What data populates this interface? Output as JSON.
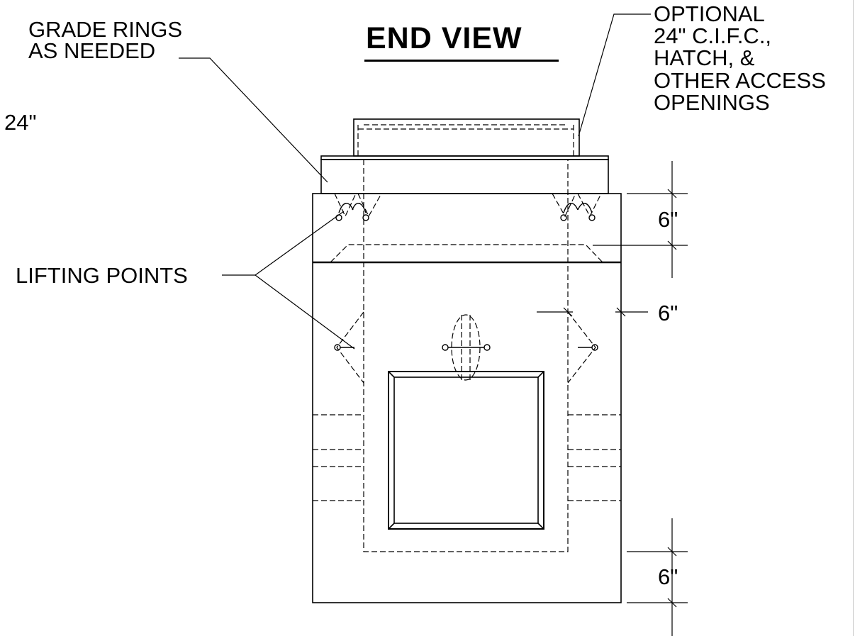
{
  "title": "END VIEW",
  "labels": {
    "grade_rings": [
      "GRADE RINGS",
      "AS NEEDED"
    ],
    "optional_access": [
      "OPTIONAL",
      "24\" C.I.F.C.,",
      "HATCH, &",
      "OTHER ACCESS",
      "OPENINGS"
    ],
    "lifting_points": "LIFTING POINTS",
    "cover_width": "24\""
  },
  "dimensions": {
    "top_slab": "6\"",
    "wall": "6\"",
    "bottom_slab": "6\""
  },
  "colors": {
    "line": "#000000",
    "background": "#ffffff"
  }
}
